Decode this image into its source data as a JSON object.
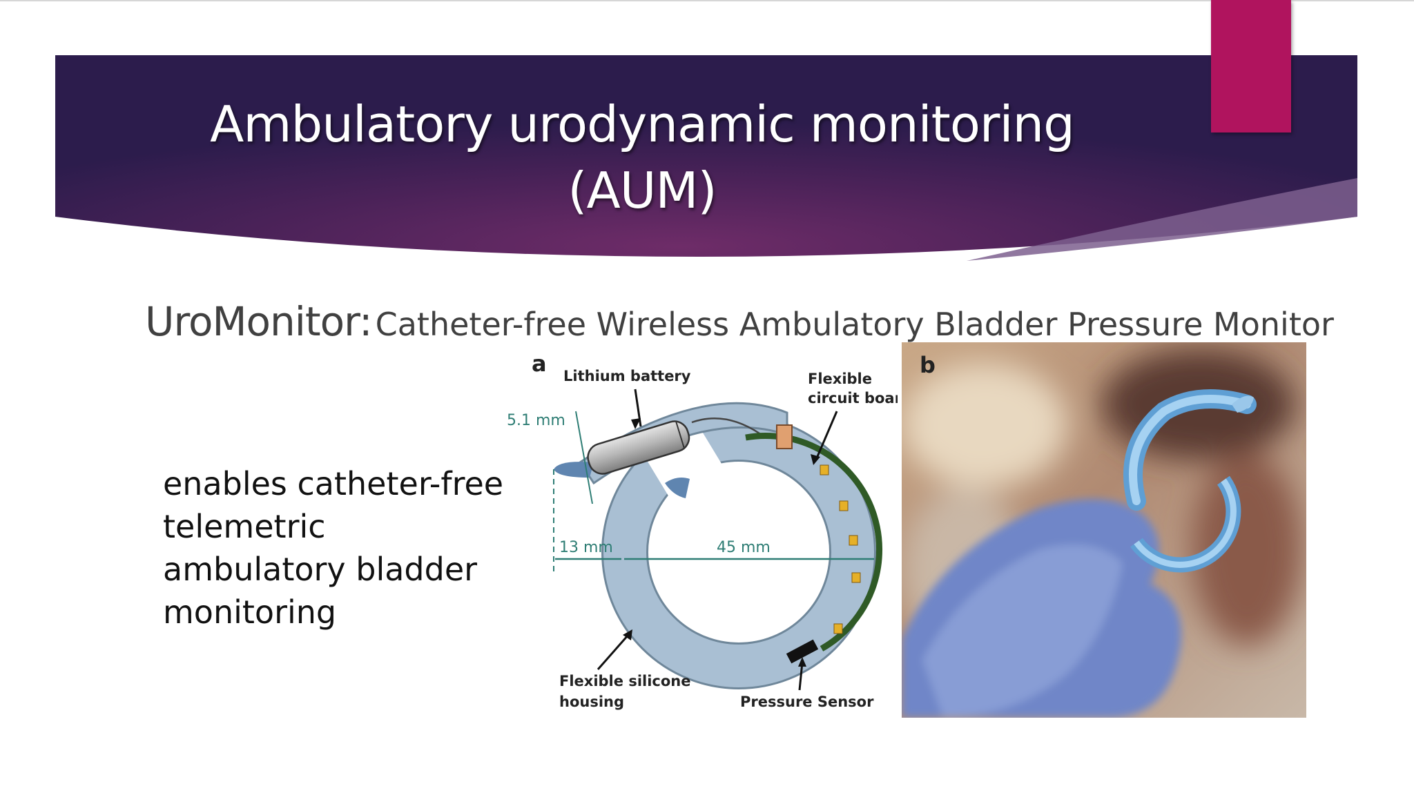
{
  "slide": {
    "title_line1": "Ambulatory urodynamic monitoring",
    "title_line2": "(AUM)",
    "subtitle_bold": "UroMonitor:",
    "subtitle_rest": "Catheter-free Wireless Ambulatory Bladder Pressure Monitor",
    "body_lines": [
      "enables catheter-free",
      "telemetric",
      "ambulatory bladder",
      "monitoring"
    ]
  },
  "figure_a": {
    "panel_letter": "a",
    "label_battery": "Lithium battery",
    "label_board_1": "Flexible",
    "label_board_2": "circuit board",
    "dim_diameter": "5.1 mm",
    "dim_tip": "13 mm",
    "dim_ring": "45 mm",
    "label_housing_1": "Flexible silicone",
    "label_housing_2": "housing",
    "label_sensor": "Pressure Sensor"
  },
  "figure_b": {
    "panel_letter": "b"
  },
  "colors": {
    "banner_dark": "#2e1c4e",
    "banner_mid": "#6a2a66",
    "accent": "#b0145e",
    "device_blue": "#a8bfd4",
    "dimension_teal": "#2e7d74"
  }
}
